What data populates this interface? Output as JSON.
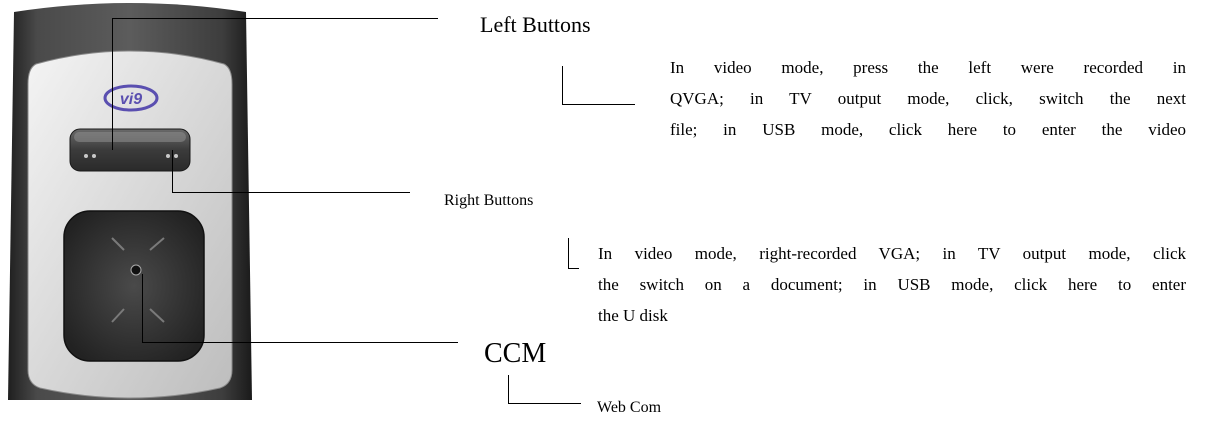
{
  "labels": {
    "left_buttons": "Left Buttons",
    "right_buttons": "Right Buttons",
    "ccm": "CCM",
    "web_com": "Web Com"
  },
  "descriptions": {
    "left_lines": [
      "In video mode, press the left were recorded in",
      "QVGA; in TV output mode, click, switch the next",
      "file; in USB mode, click here to enter the video"
    ],
    "right_lines": [
      "In video mode, right-recorded VGA; in TV output mode, click",
      "the switch on a document; in USB mode, click here to enter",
      "the U disk"
    ]
  },
  "device": {
    "logo_text": "vi9",
    "colors": {
      "outer_body": "#3a3a3a",
      "inner_panel": "#d9d9d9",
      "button_pad": "#2f2f2f",
      "logo": "#5a4fb0"
    }
  }
}
